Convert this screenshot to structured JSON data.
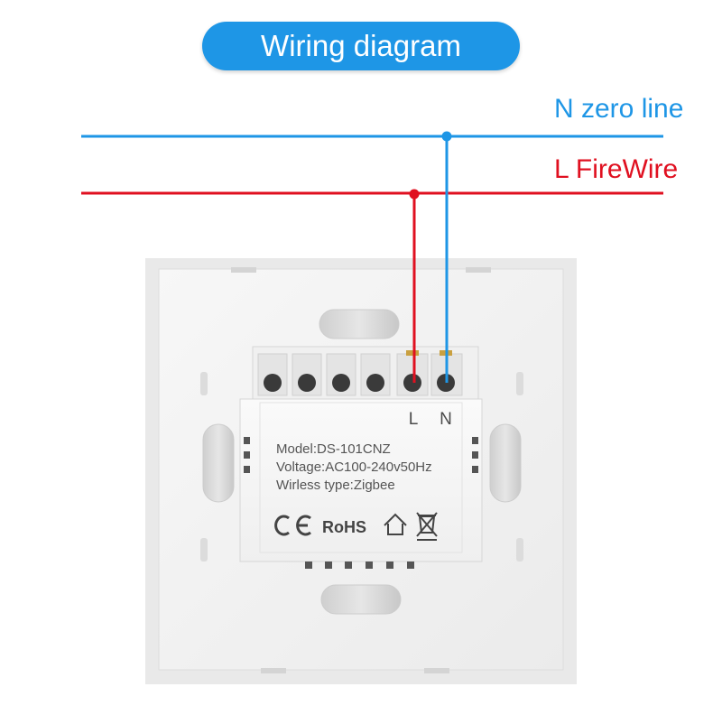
{
  "title": "Wiring diagram",
  "wires": {
    "neutral_label": "N zero line",
    "live_label": "L FireWire",
    "neutral_color": "#1e96e6",
    "live_color": "#e01020"
  },
  "terminals": {
    "l_label": "L",
    "n_label": "N"
  },
  "device": {
    "model": "Model:DS-101CNZ",
    "voltage": "Voltage:AC100-240v50Hz",
    "wireless": "Wirless type:Zigbee",
    "rohs": "RoHS"
  }
}
